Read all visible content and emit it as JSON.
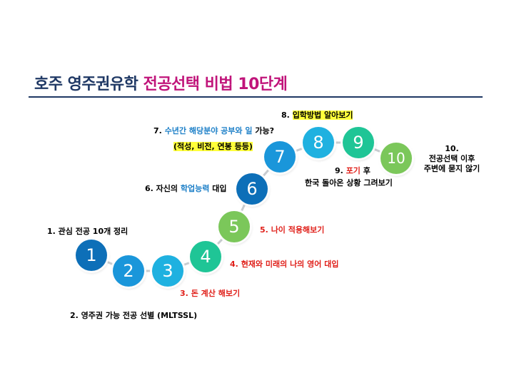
{
  "title": {
    "part1": "호주 영주권유학",
    "part2": "전공선택 비법 10단계"
  },
  "colors": {
    "title_navy": "#1f3864",
    "title_magenta": "#c0147a",
    "label_red": "#e0201a",
    "label_blue": "#1e80c8",
    "highlight": "#ffff3a"
  },
  "steps": [
    {
      "num": "1",
      "color": "#0d6fb8",
      "text": "1. 관심 전공 10개 정리"
    },
    {
      "num": "2",
      "color": "#1a96da",
      "text": "2. 영주권 가능 전공 선별 (MLTSSL)"
    },
    {
      "num": "3",
      "color": "#1fb1e0",
      "text_num": "3.",
      "text_main": "돈 계산 해보기"
    },
    {
      "num": "4",
      "color": "#1fc596",
      "text_num": "4.",
      "text_main": "현재와 미래의 나의 영어 대입"
    },
    {
      "num": "5",
      "color": "#7bc75a",
      "text_num": "5.",
      "text_main": "나이 적용해보기"
    },
    {
      "num": "6",
      "color": "#0d6fb8",
      "text_pre": "6. 자신의",
      "text_hl": "학업능력",
      "text_post": "대입"
    },
    {
      "num": "7",
      "color": "#1a96da",
      "text_pre": "7.",
      "text_hl": "수년간 해당분야 공부와 일",
      "text_post": "가능?",
      "text_sub": "(적성, 비전, 연봉 등등)"
    },
    {
      "num": "8",
      "color": "#1fb1e0",
      "text_pre": "8.",
      "text_hl": "입학방법 알아보기"
    },
    {
      "num": "9",
      "color": "#1fc596",
      "text_pre": "9.",
      "text_hl": "포기",
      "text_post": "후",
      "text_sub": "한국 돌아온 상황 그려보기"
    },
    {
      "num": "10",
      "color": "#7bc75a",
      "text_l1": "10.",
      "text_l2": "전공선택 이후",
      "text_l3": "주변에 묻지 않기"
    }
  ]
}
